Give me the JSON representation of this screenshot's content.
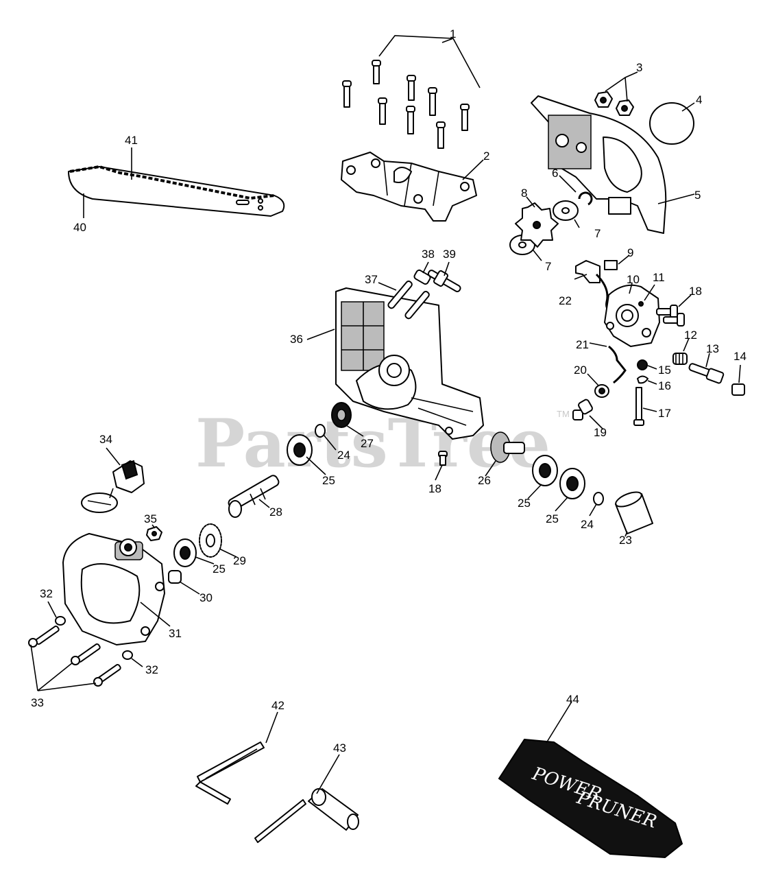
{
  "watermark": {
    "text": "PartsTree",
    "tm": "TM"
  },
  "bag_brand": {
    "word1": "POWER",
    "word2": "PRUNER"
  },
  "callouts": [
    {
      "text": "1"
    },
    {
      "text": "2"
    },
    {
      "text": "3"
    },
    {
      "text": "4"
    },
    {
      "text": "5"
    },
    {
      "text": "6"
    },
    {
      "text": "7"
    },
    {
      "text": "7"
    },
    {
      "text": "8"
    },
    {
      "text": "9"
    },
    {
      "text": "10"
    },
    {
      "text": "11"
    },
    {
      "text": "12"
    },
    {
      "text": "13"
    },
    {
      "text": "14"
    },
    {
      "text": "15"
    },
    {
      "text": "16"
    },
    {
      "text": "17"
    },
    {
      "text": "18"
    },
    {
      "text": "18"
    },
    {
      "text": "19"
    },
    {
      "text": "20"
    },
    {
      "text": "21"
    },
    {
      "text": "22"
    },
    {
      "text": "23"
    },
    {
      "text": "24"
    },
    {
      "text": "24"
    },
    {
      "text": "25"
    },
    {
      "text": "25"
    },
    {
      "text": "25"
    },
    {
      "text": "25"
    },
    {
      "text": "26"
    },
    {
      "text": "27"
    },
    {
      "text": "28"
    },
    {
      "text": "29"
    },
    {
      "text": "30"
    },
    {
      "text": "31"
    },
    {
      "text": "32"
    },
    {
      "text": "32"
    },
    {
      "text": "33"
    },
    {
      "text": "34"
    },
    {
      "text": "35"
    },
    {
      "text": "36"
    },
    {
      "text": "37"
    },
    {
      "text": "38"
    },
    {
      "text": "39"
    },
    {
      "text": "40"
    },
    {
      "text": "41"
    },
    {
      "text": "42"
    },
    {
      "text": "43"
    },
    {
      "text": "44"
    }
  ]
}
